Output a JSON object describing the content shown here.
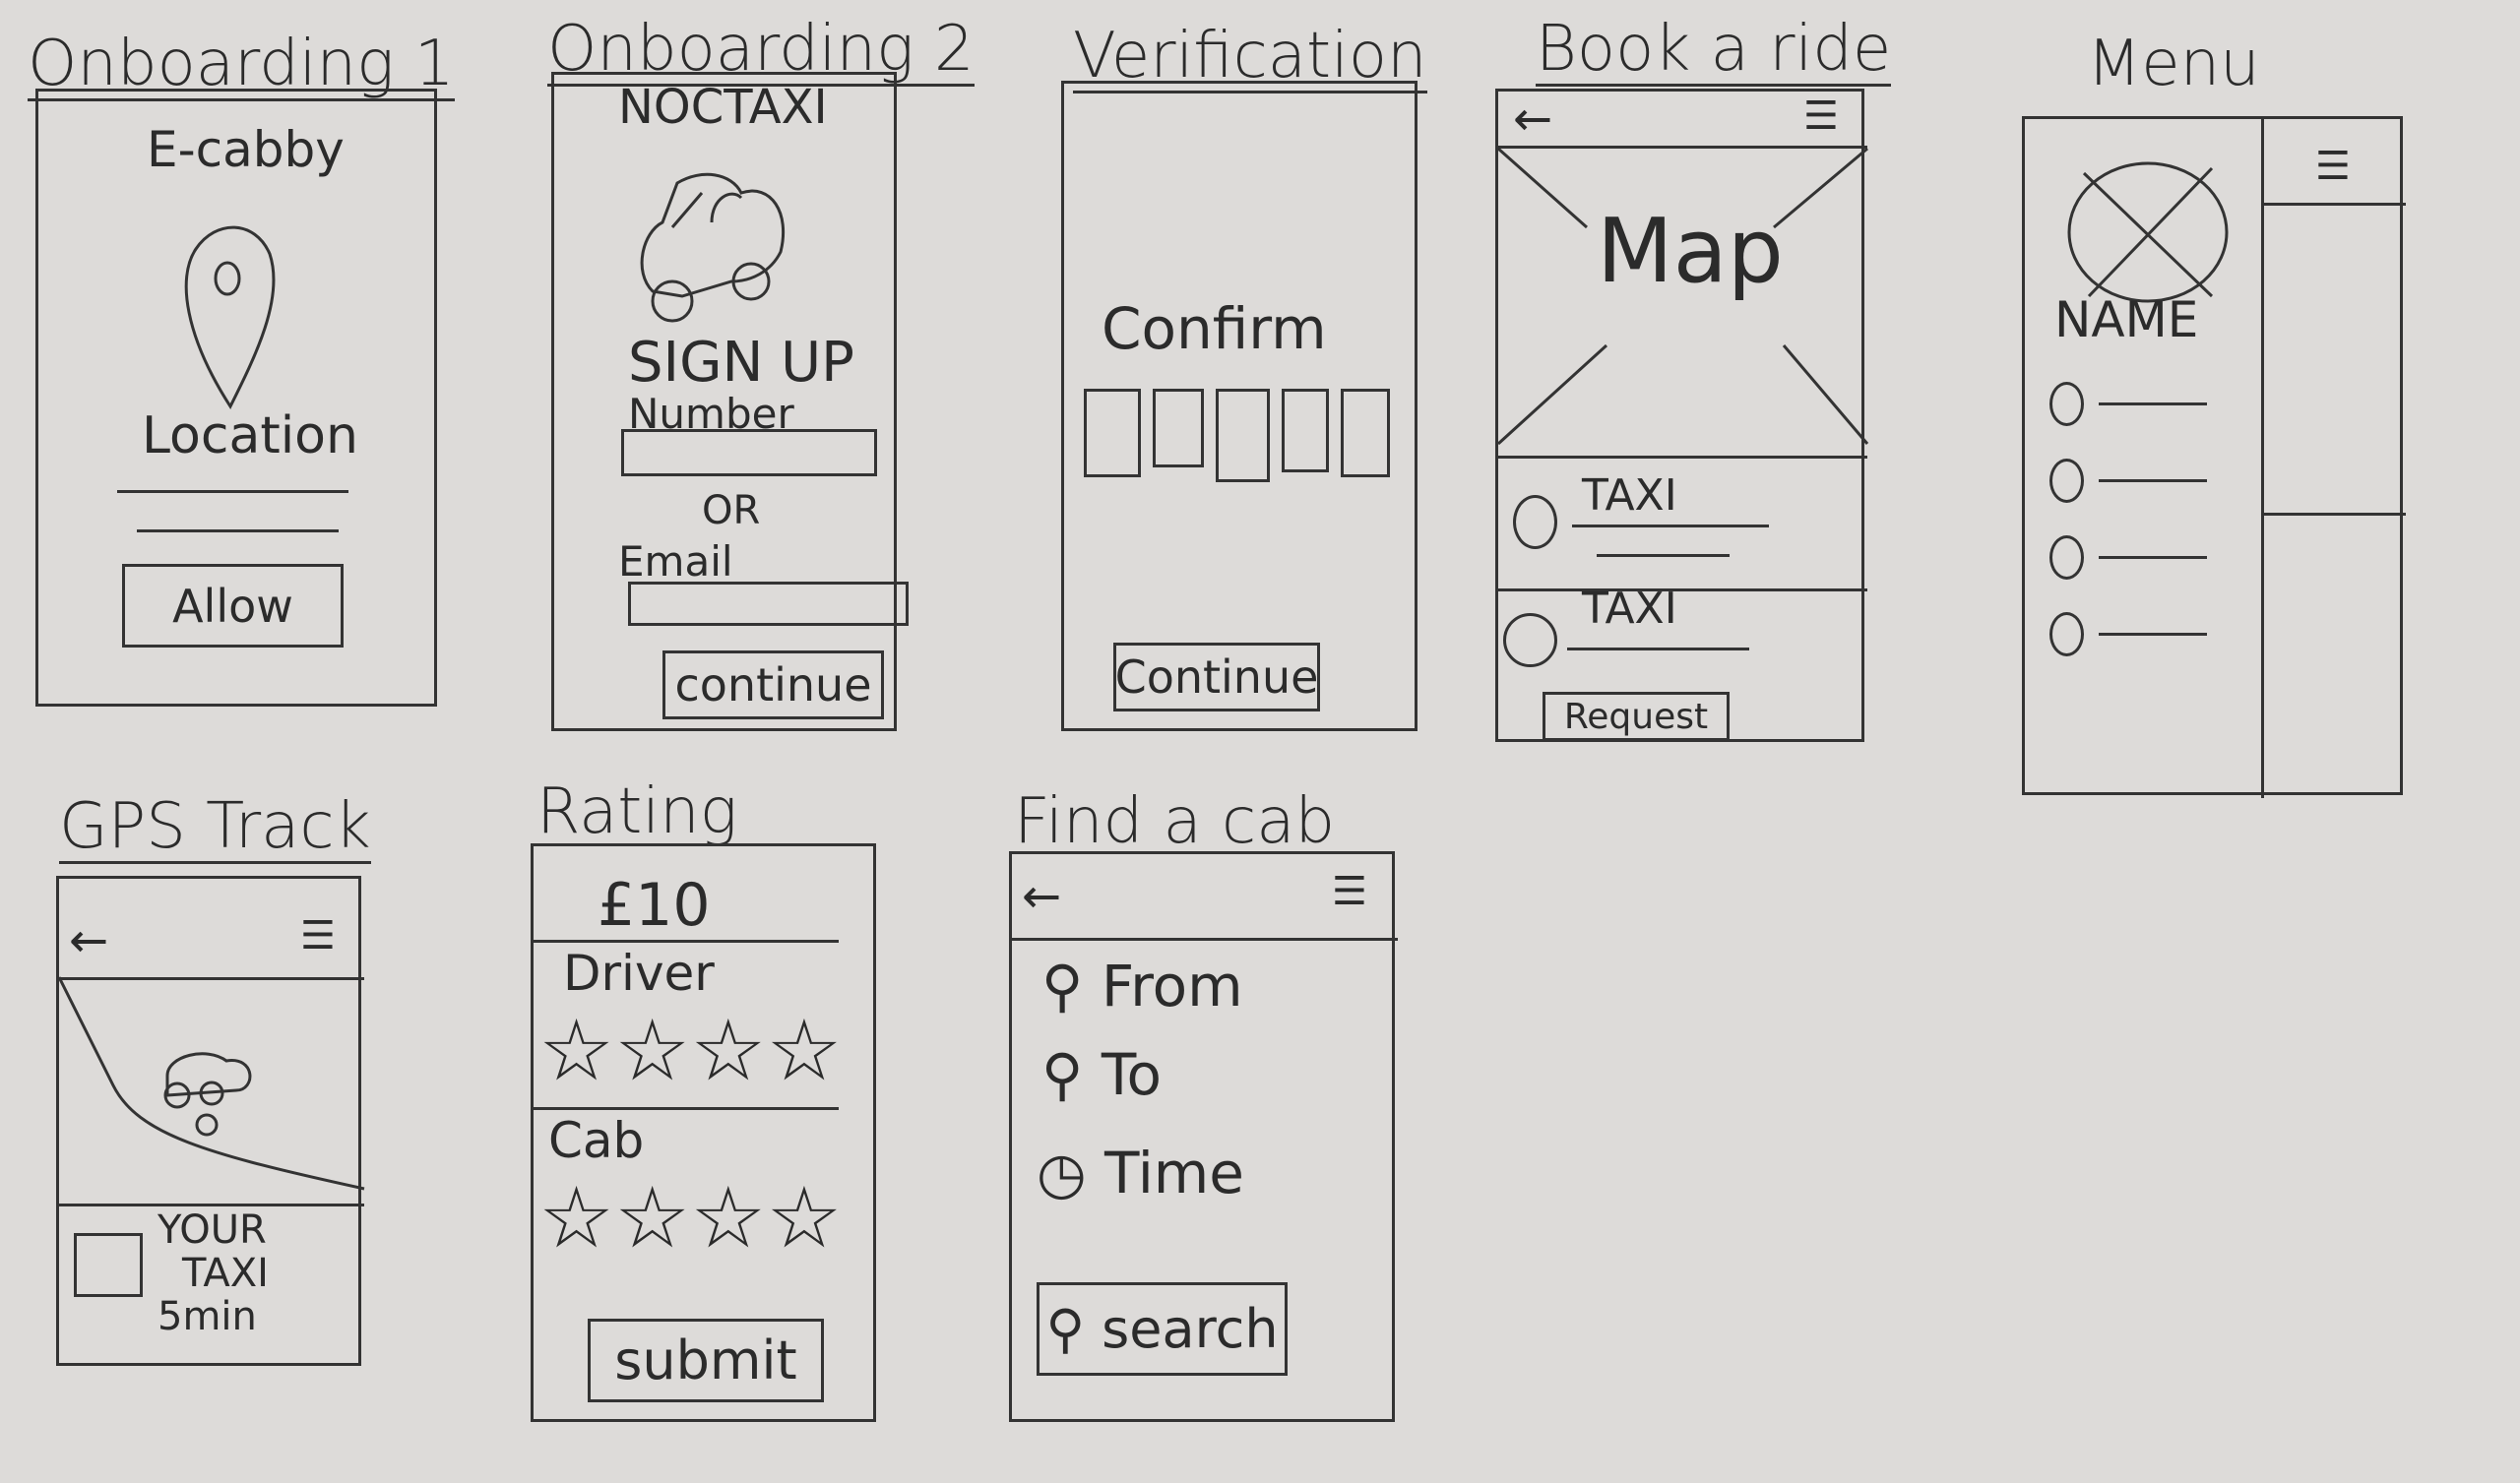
{
  "screens": [
    {
      "title": "Onboarding 1",
      "brand": "E-cabby",
      "label": "Location",
      "button": "Allow"
    },
    {
      "title": "Onboarding 2",
      "brand": "NOCTAXI",
      "heading": "SIGN UP",
      "number_label": "Number",
      "or": "OR",
      "email_label": "Email",
      "button": "continue"
    },
    {
      "title": "Verification",
      "heading": "Confirm",
      "code_boxes": 5,
      "button": "Continue"
    },
    {
      "title": "Book a ride",
      "map_label": "Map",
      "options": [
        "TAXI",
        "TAXI"
      ],
      "button": "Request"
    },
    {
      "title": "Menu",
      "name": "NAME",
      "items": 4
    },
    {
      "title": "GPS Track",
      "status": [
        "YOUR",
        "TAXI",
        "5min"
      ]
    },
    {
      "title": "Rating",
      "price": "£10",
      "driver_label": "Driver",
      "cab_label": "Cab",
      "driver_stars": 4,
      "cab_stars": 4,
      "button": "submit"
    },
    {
      "title": "Find a cab",
      "fields": [
        "From",
        "To",
        "Time"
      ],
      "button": "search"
    }
  ],
  "icons": {
    "back": "←",
    "menu": "☰",
    "star": "☆",
    "pin": "⚲",
    "clock": "◷"
  }
}
